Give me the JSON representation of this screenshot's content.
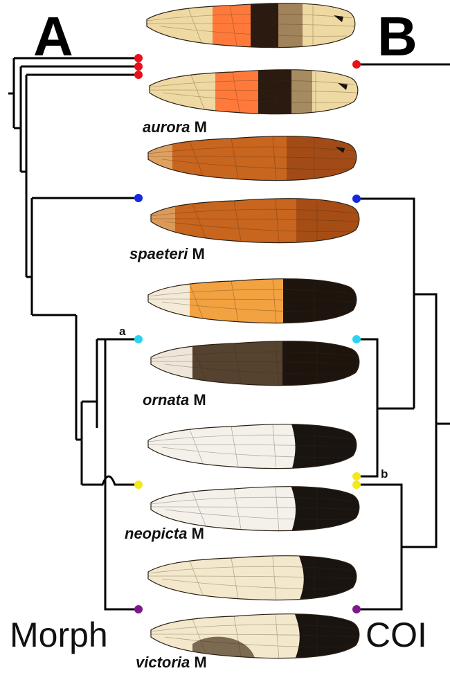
{
  "panels": {
    "left_letter": "A",
    "right_letter": "B"
  },
  "tree_labels": {
    "left": "Morph",
    "right": "COI"
  },
  "node_labels": {
    "a": "a",
    "b": "b"
  },
  "sex_suffix": "M",
  "species": [
    {
      "name": "aurora",
      "tip_color": "#e8101a"
    },
    {
      "name": "spaeteri",
      "tip_color": "#1428e0"
    },
    {
      "name": "ornata",
      "tip_color": "#2ad4f0"
    },
    {
      "name": "neopicta",
      "tip_color": "#f2ea1a"
    },
    {
      "name": "victoria",
      "tip_color": "#7a1a8a"
    }
  ],
  "wing_colors": {
    "aurora": {
      "base": "#efd9a2",
      "patch": "#ff7a3a",
      "band": "#2a1a10"
    },
    "spaeteri": {
      "base": "#c8651e",
      "dark": "#8a3b10"
    },
    "ornata": {
      "base": "#f4ead8",
      "mid": "#f2a240",
      "tip": "#1e140e"
    },
    "neopicta": {
      "base": "#f4f0ea",
      "tip": "#1a1410"
    },
    "victoria": {
      "base": "#f3e8cc",
      "tip": "#1a1410"
    }
  }
}
